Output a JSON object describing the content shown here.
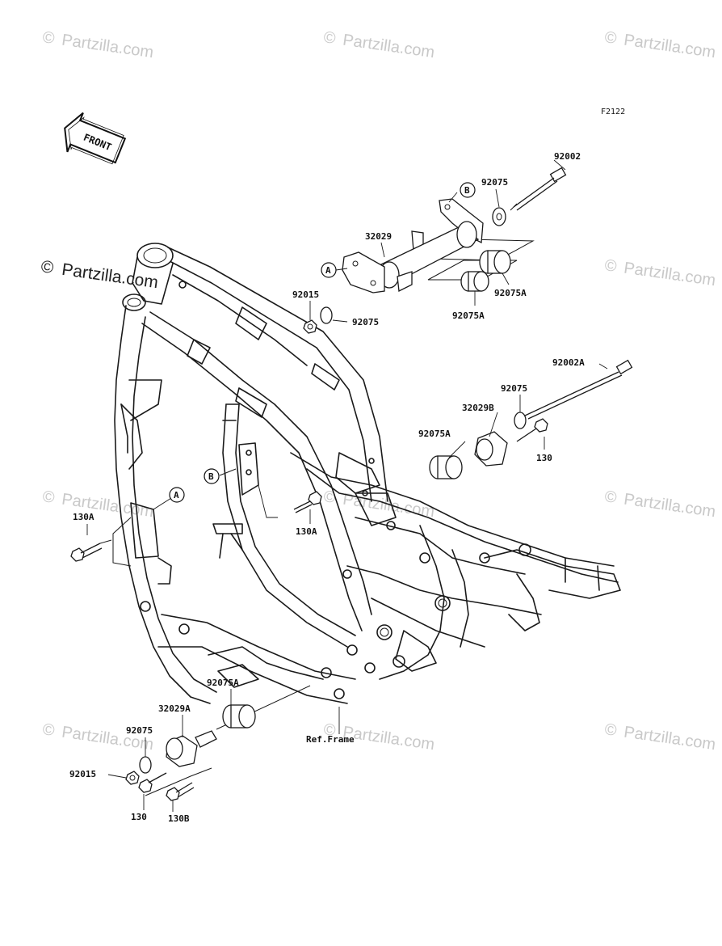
{
  "diagram_code": "F2122",
  "front_arrow_label": "FRONT",
  "watermarks": {
    "text": "Partzilla.com",
    "symbol": "©",
    "main_text": "Partzilla.com"
  },
  "ref_label": "Ref.Frame",
  "callouts": {
    "a_upper": "A",
    "b_upper": "B",
    "a_left": "A",
    "b_left": "B"
  },
  "part_numbers": {
    "p92002": "92002",
    "p92075_top": "92075",
    "p32029": "32029",
    "p92015_top": "92015",
    "p92075_mid": "92075",
    "p92075A_r": "92075A",
    "p92075A_c": "92075A",
    "p92002A": "92002A",
    "p92075_r2": "92075",
    "p32029B": "32029B",
    "p92075A_l": "92075A",
    "p130_r": "130",
    "p130A_l": "130A",
    "p130A_c": "130A",
    "p92075A_bot": "92075A",
    "p32029A": "32029A",
    "p92075_bot": "92075",
    "p92015_bot": "92015",
    "p130_bot": "130",
    "p130B": "130B"
  }
}
